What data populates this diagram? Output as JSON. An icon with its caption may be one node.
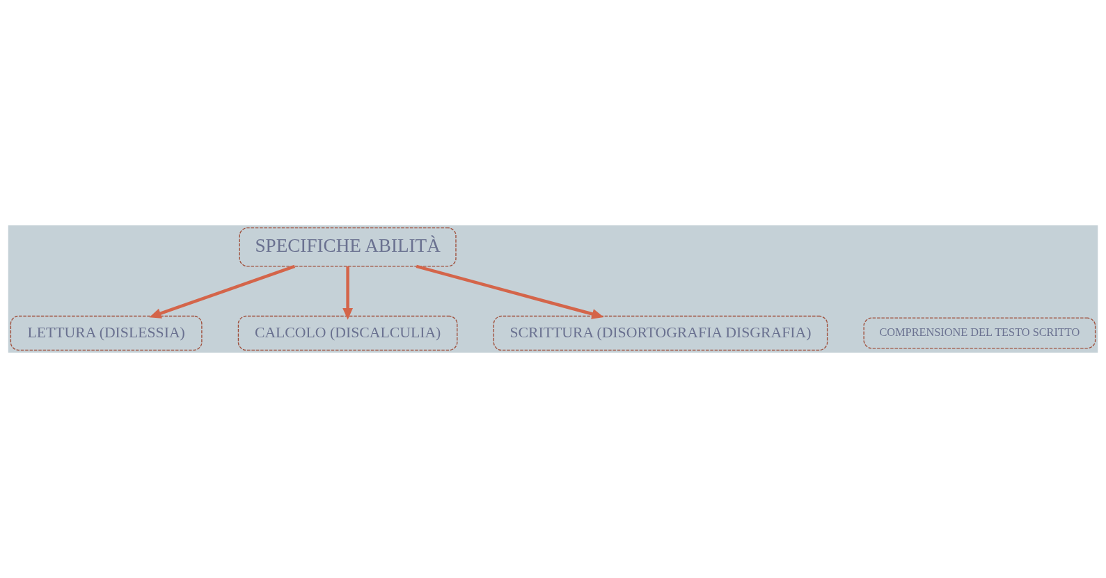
{
  "diagram": {
    "nodes": [
      {
        "text": [
          "SPECIFICHE ABILITÀ"
        ]
      },
      {
        "text": [
          "LETTURA (DISLESSIA)"
        ]
      },
      {
        "text": [
          "CALCOLO (DISCALCULIA)"
        ]
      },
      {
        "text": [
          "SCRITTURA (DISORTOGRAFIA DISGRAFIA)"
        ]
      },
      {
        "text": [
          "COMPRENSIONE DEL TESTO SCRITTO"
        ]
      }
    ],
    "edges": [
      {
        "from": 0,
        "to": 1,
        "arrow": "to"
      },
      {
        "from": 0,
        "to": 3,
        "arrow": "to"
      },
      {
        "from": 0,
        "to": 2,
        "arrow": "to"
      }
    ]
  }
}
